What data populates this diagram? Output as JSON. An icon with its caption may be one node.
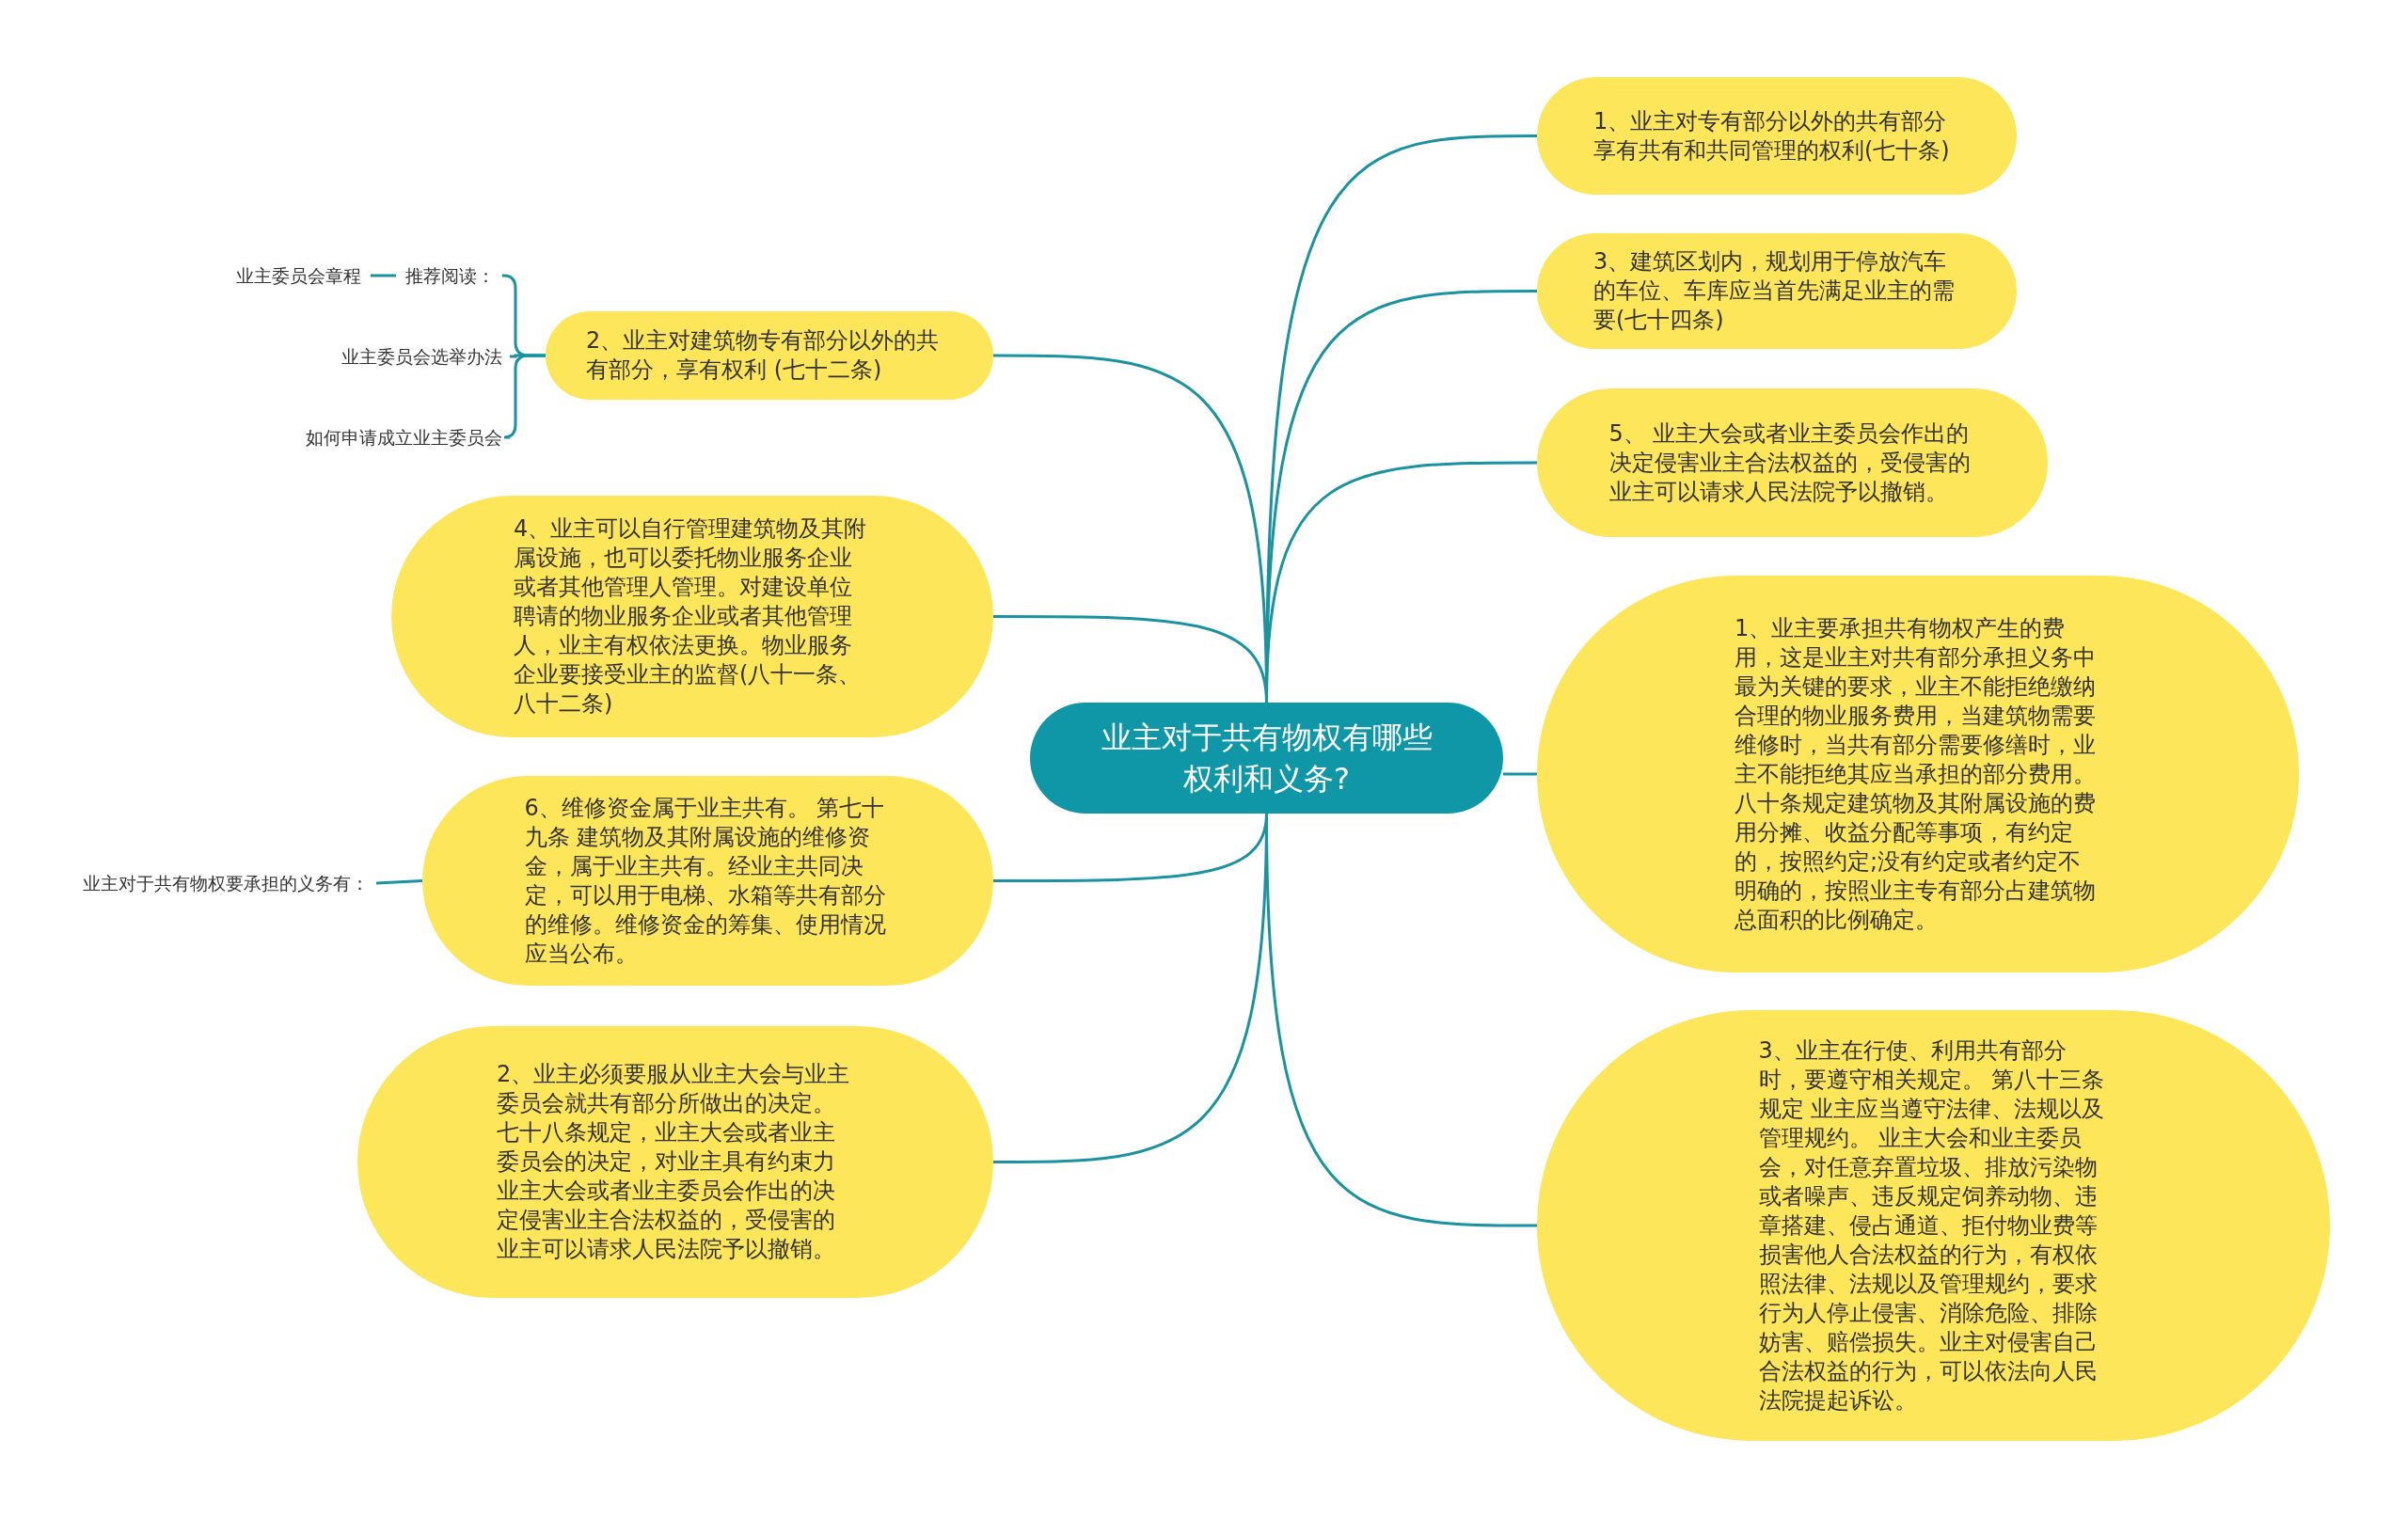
{
  "diagram": {
    "nodes": [
      {
        "text": [
          "业主对于共有物权有哪些权利和义务?"
        ]
      },
      {
        "text": [
          "1、业主对专有部分以外的共有部分享有共有和共同管理的权利(七十条)"
        ]
      },
      {
        "text": [
          "3、建筑区划内，规划用于停放汽车的车位、车库应当首先满足业主的需要(七十四条)"
        ]
      },
      {
        "text": [
          "5、 业主大会或者业主委员会作出的决定侵害业主合法权益的，受侵害的业主可以请求人民法院予以撤销。"
        ]
      },
      {
        "text": [
          "1、业主要承担共有物权产生的费用，这是业主对共有部分承担义务中最为关键的要求，业主不能拒绝缴纳合理的物业服务费用，当建筑物需要维修时，当共有部分需要修缮时，业主不能拒绝其应当承担的部分费用。八十条规定建筑物及其附属设施的费用分摊、收益分配等事项，有约定的，按照约定;没有约定或者约定不明确的，按照业主专有部分占建筑物总面积的比例确定。"
        ]
      },
      {
        "text": [
          "3、业主在行使、利用共有部分时，要遵守相关规定。 第八十三条规定 业主应当遵守法律、法规以及管理规约。 业主大会和业主委员会，对任意弃置垃圾、排放污染物或者噪声、违反规定饲养动物、违章搭建、侵占通道、拒付物业费等损害他人合法权益的行为，有权依照法律、法规以及管理规约，要求行为人停止侵害、消除危险、排除妨害、赔偿损失。业主对侵害自己合法权益的行为，可以依法向人民法院提起诉讼。"
        ]
      },
      {
        "text": [
          "2、业主对建筑物专有部分以外的共有部分，享有权利 (七十二条)"
        ]
      },
      {
        "text": [
          "4、业主可以自行管理建筑物及其附属设施，也可以委托物业服务企业或者其他管理人管理。对建设单位聘请的物业服务企业或者其他管理人，业主有权依法更换。物业服务企业要接受业主的监督(八十一条、八十二条)"
        ]
      },
      {
        "text": [
          "6、维修资金属于业主共有。 第七十九条 建筑物及其附属设施的维修资金，属于业主共有。经业主共同决定，可以用于电梯、水箱等共有部分的维修。维修资金的筹集、使用情况应当公布。"
        ]
      },
      {
        "text": [
          "2、业主必须要服从业主大会与业主委员会就共有部分所做出的决定。七十八条规定，业主大会或者业主委员会的决定，对业主具有约束力业主大会或者业主委员会作出的决定侵害业主合法权益的，受侵害的业主可以请求人民法院予以撤销。"
        ]
      },
      {
        "text": [
          "推荐阅读："
        ]
      },
      {
        "text": [
          "业主委员会章程"
        ]
      },
      {
        "text": [
          "业主委员会选举办法"
        ]
      },
      {
        "text": [
          "如何申请成立业主委员会"
        ]
      },
      {
        "text": [
          "业主对于共有物权要承担的义务有："
        ]
      }
    ],
    "edges": [
      {
        "from": 0,
        "to": 1,
        "arrow": "none"
      },
      {
        "from": 0,
        "to": 2,
        "arrow": "none"
      },
      {
        "from": 0,
        "to": 3,
        "arrow": "none"
      },
      {
        "from": 0,
        "to": 4,
        "arrow": "none"
      },
      {
        "from": 0,
        "to": 5,
        "arrow": "none"
      },
      {
        "from": 0,
        "to": 6,
        "arrow": "none"
      },
      {
        "from": 0,
        "to": 7,
        "arrow": "none"
      },
      {
        "from": 0,
        "to": 8,
        "arrow": "none"
      },
      {
        "from": 0,
        "to": 9,
        "arrow": "none"
      },
      {
        "from": 6,
        "to": 10,
        "arrow": "none"
      },
      {
        "from": 6,
        "to": 12,
        "arrow": "none"
      },
      {
        "from": 6,
        "to": 13,
        "arrow": "none"
      },
      {
        "from": 10,
        "to": 11,
        "arrow": "none"
      },
      {
        "from": 8,
        "to": 14,
        "arrow": "none"
      }
    ]
  }
}
